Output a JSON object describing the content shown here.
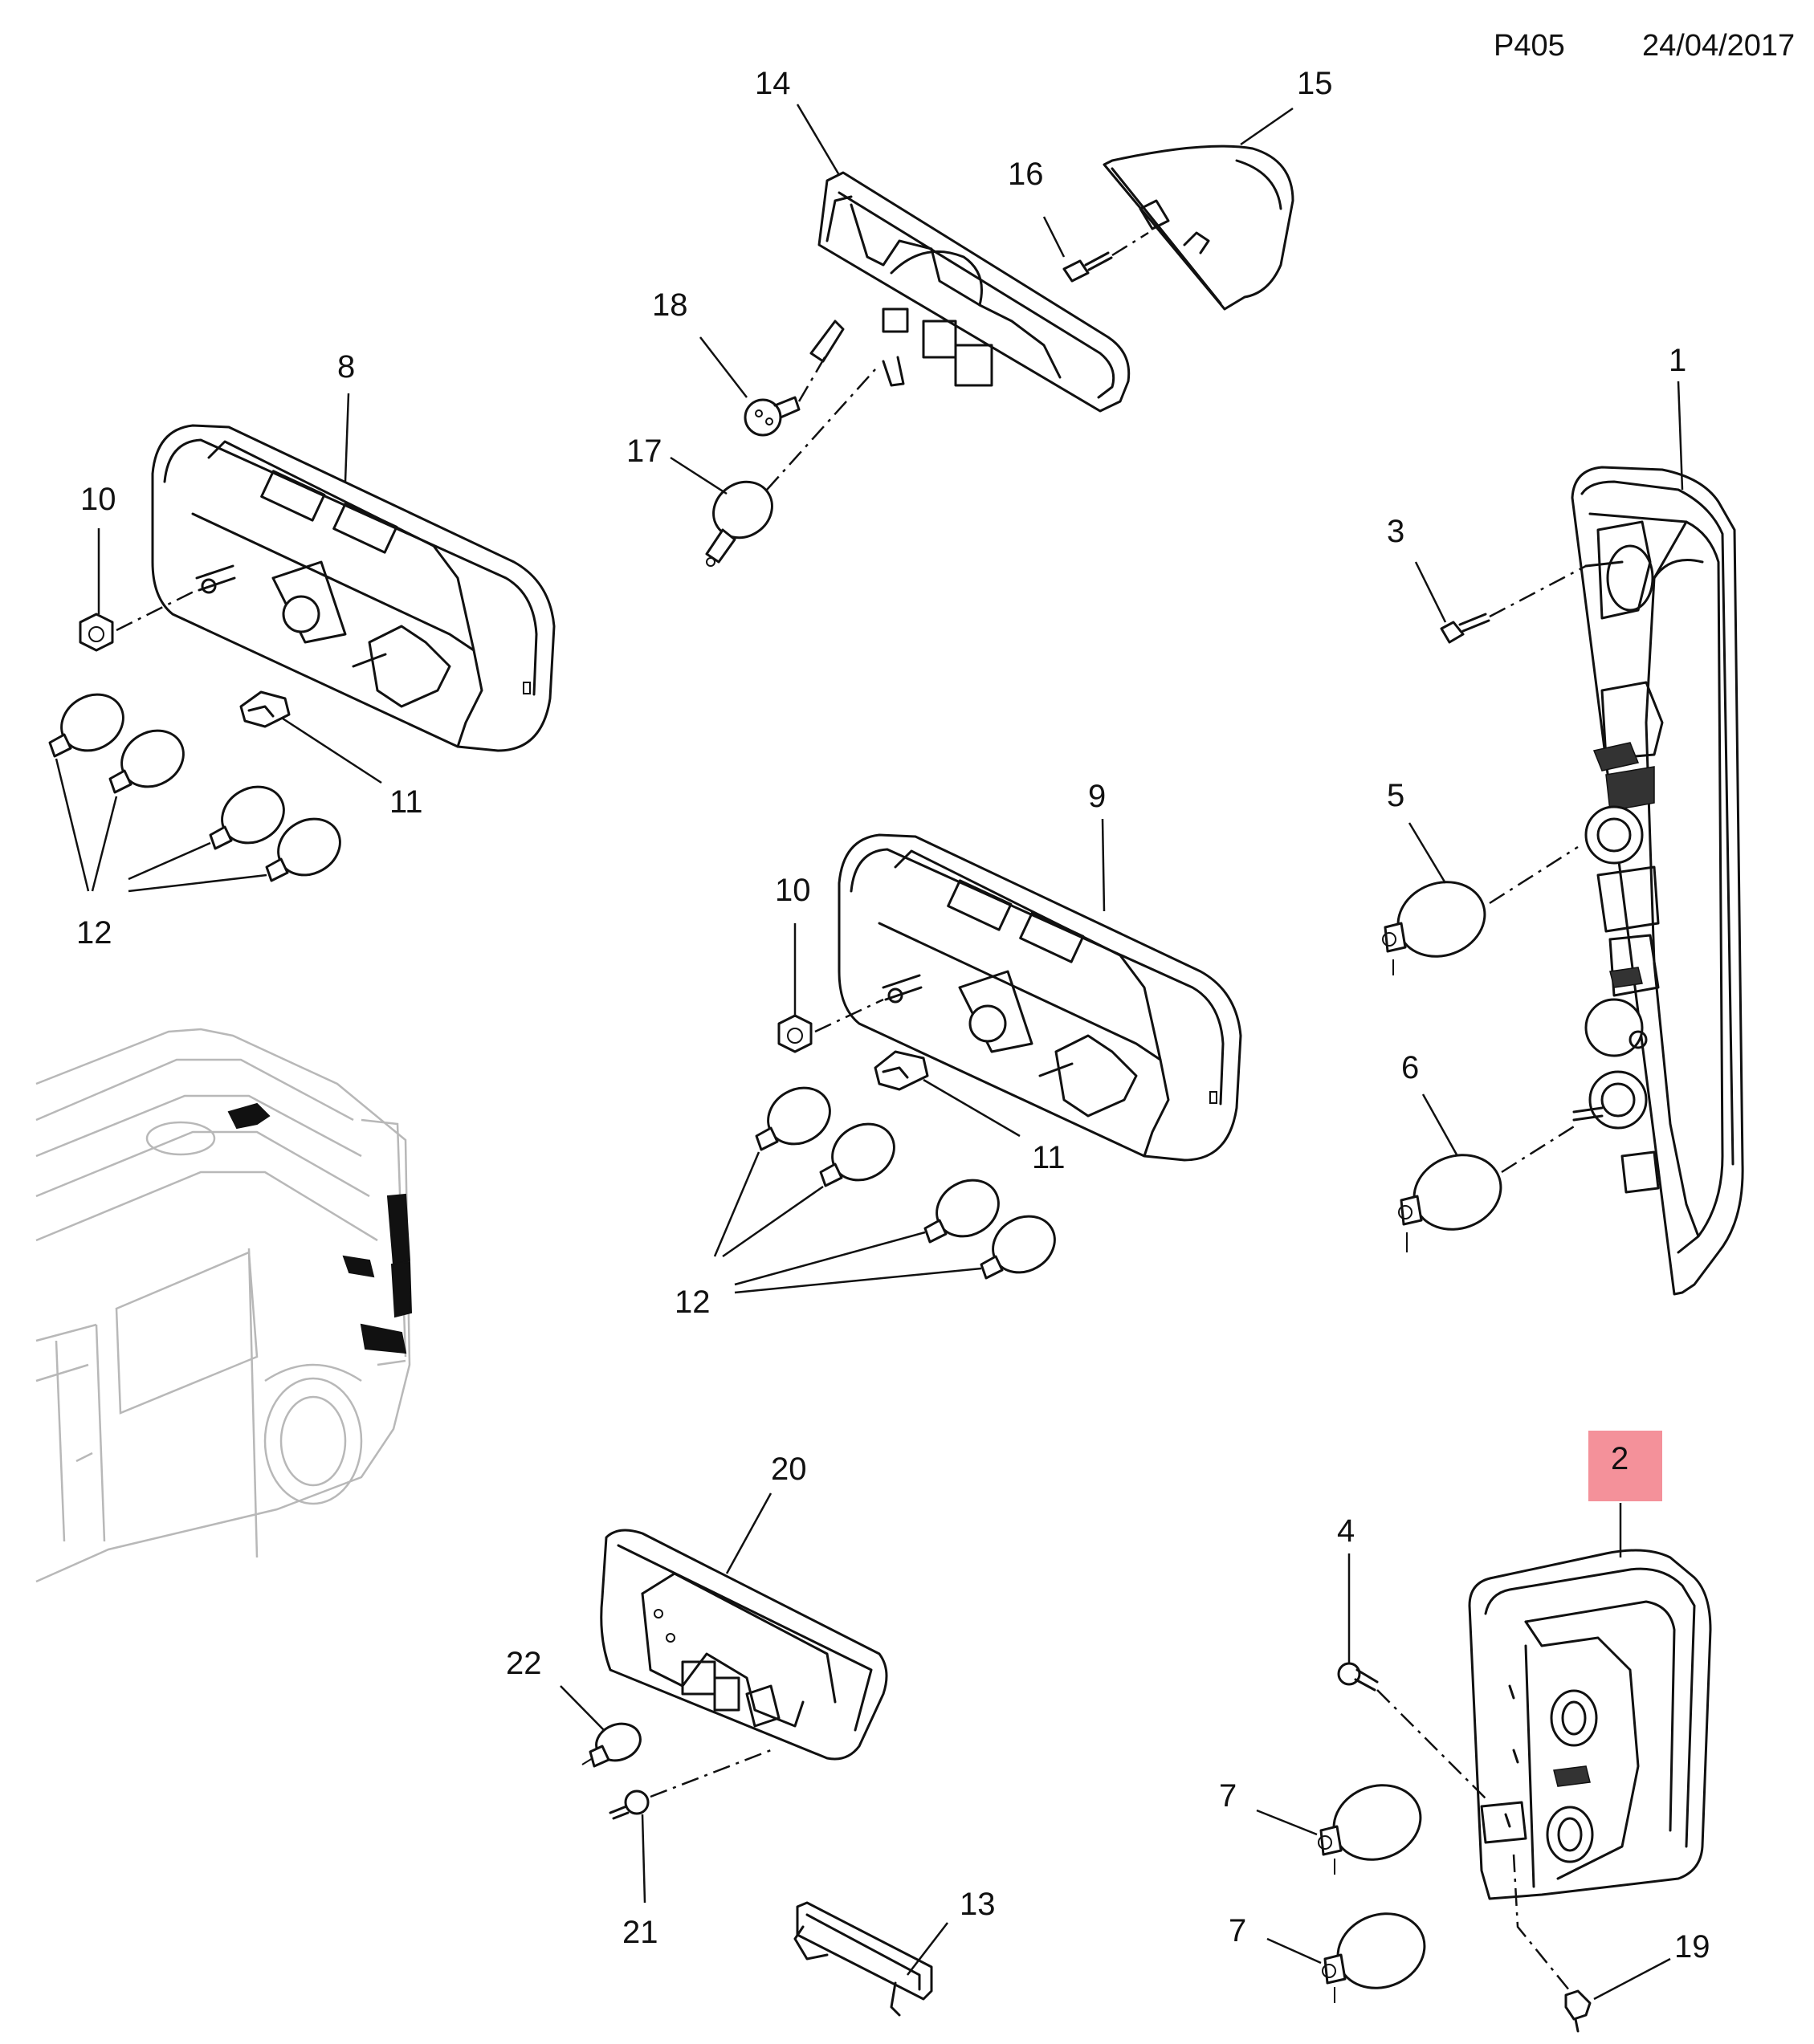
{
  "header": {
    "page_code": "P405",
    "date": "24/04/2017"
  },
  "callouts": {
    "c1": "1",
    "c2": "2",
    "c3": "3",
    "c4": "4",
    "c5": "5",
    "c6": "6",
    "c7a": "7",
    "c7b": "7",
    "c8": "8",
    "c9": "9",
    "c10a": "10",
    "c10b": "10",
    "c11a": "11",
    "c11b": "11",
    "c12a": "12",
    "c12b": "12",
    "c13": "13",
    "c14": "14",
    "c15": "15",
    "c16": "16",
    "c17": "17",
    "c18": "18",
    "c19": "19",
    "c20": "20",
    "c21": "21",
    "c22": "22"
  },
  "colors": {
    "highlight": "#f4919a",
    "line": "#111111",
    "van_outline": "#b8b8b8"
  }
}
